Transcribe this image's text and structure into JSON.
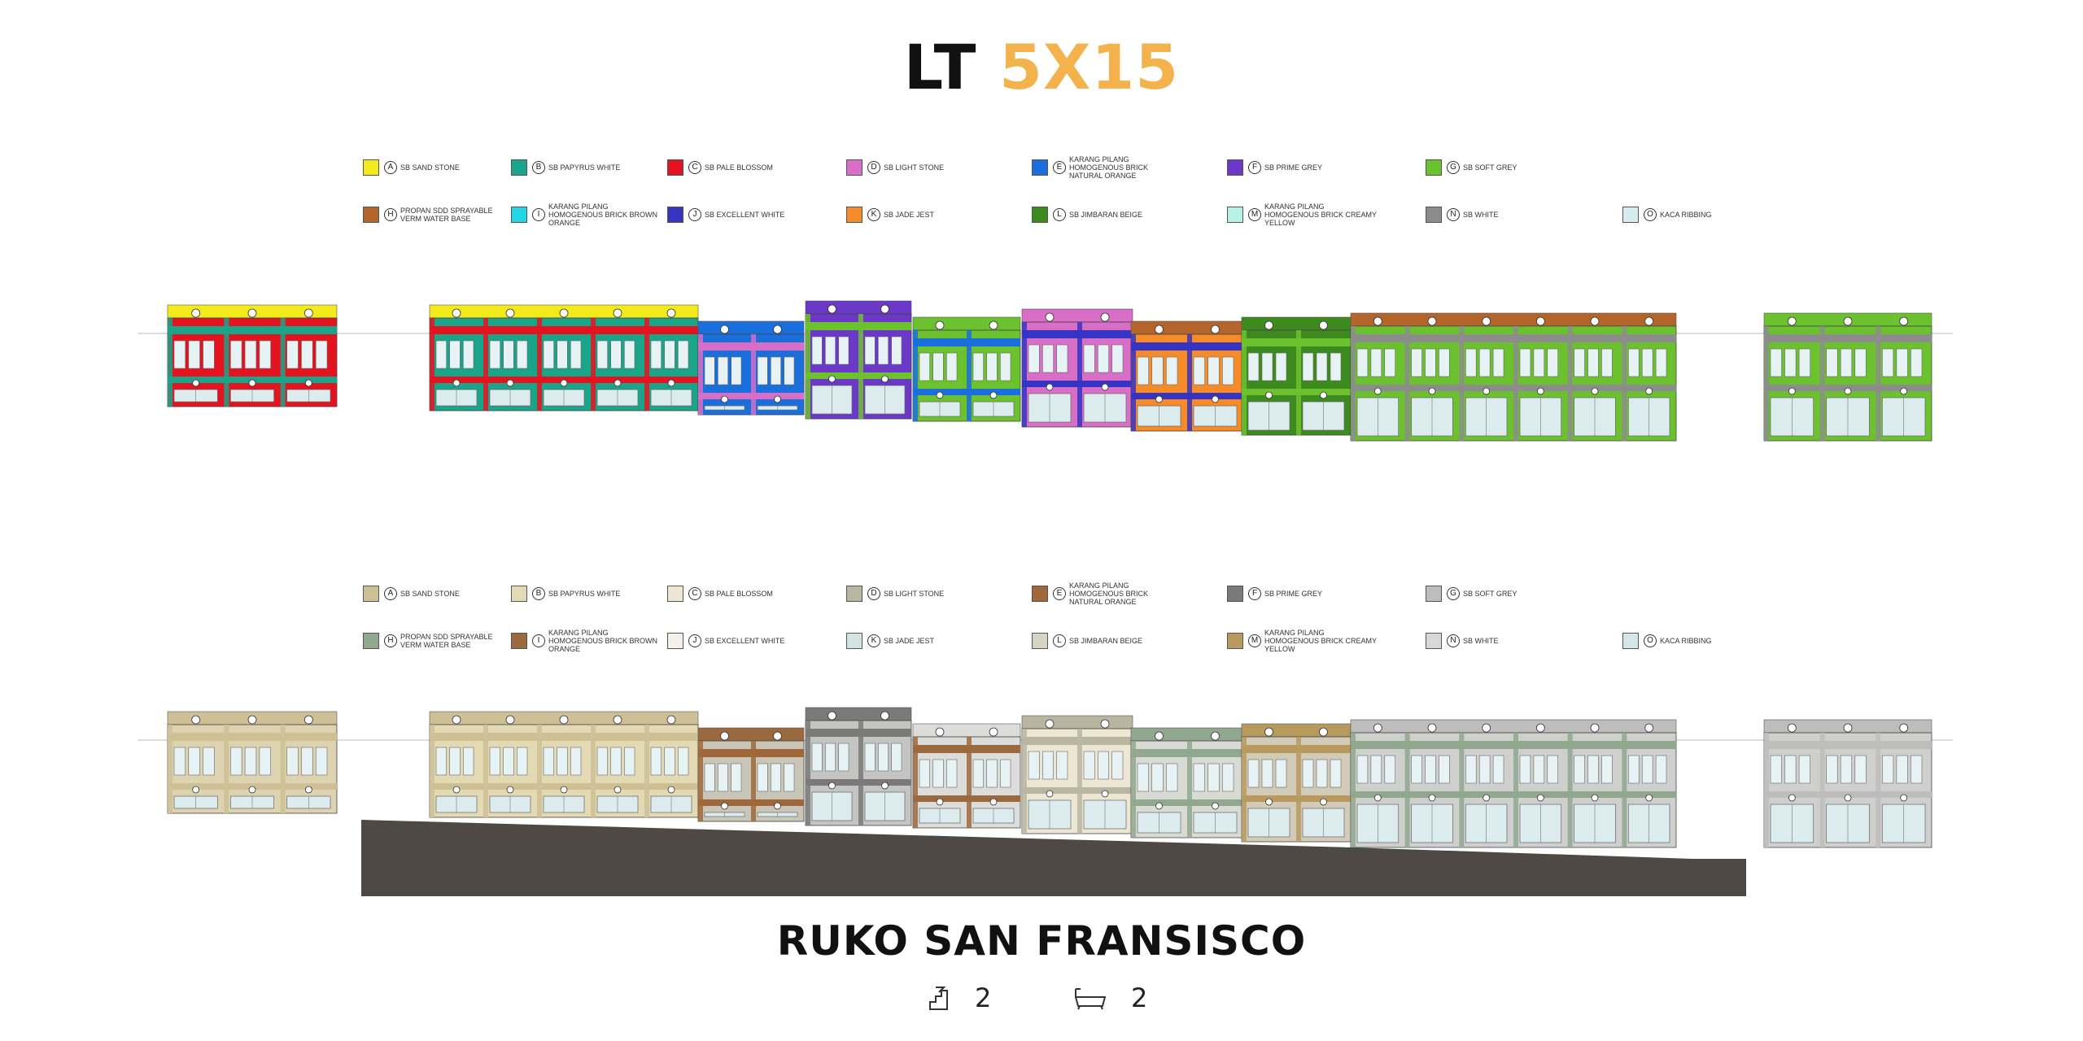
{
  "title": {
    "prefix": "LT",
    "size": "5X15"
  },
  "subtitle": "RUKO SAN FRANSISCO",
  "specs": {
    "bedrooms": "2",
    "bathrooms": "2",
    "bed_icon": "stairs-icon",
    "bath_icon": "bathtub-icon"
  },
  "legend_color": [
    {
      "code": "A",
      "label": "SB SAND STONE",
      "color": "#f2ea1a"
    },
    {
      "code": "B",
      "label": "SB PAPYRUS WHITE",
      "color": "#1aa58a"
    },
    {
      "code": "C",
      "label": "SB PALE BLOSSOM",
      "color": "#e3141f"
    },
    {
      "code": "D",
      "label": "SB LIGHT STONE",
      "color": "#d86ec5"
    },
    {
      "code": "E",
      "label": "KARANG PILANG HOMOGENOUS BRICK NATURAL ORANGE",
      "color": "#1a6fdc"
    },
    {
      "code": "F",
      "label": "SB PRIME GREY",
      "color": "#6c38c8"
    },
    {
      "code": "G",
      "label": "SB SOFT GREY",
      "color": "#6cc12e"
    },
    {
      "code": "H",
      "label": "PROPAN SDD SPRAYABLE VERM WATER BASE",
      "color": "#b4652b"
    },
    {
      "code": "I",
      "label": "KARANG PILANG HOMOGENOUS BRICK BROWN ORANGE",
      "color": "#21d6e6"
    },
    {
      "code": "J",
      "label": "SB EXCELLENT WHITE",
      "color": "#3534c4"
    },
    {
      "code": "K",
      "label": "SB JADE JEST",
      "color": "#f78b27"
    },
    {
      "code": "L",
      "label": "SB JIMBARAN BEIGE",
      "color": "#3d8a1e"
    },
    {
      "code": "M",
      "label": "KARANG PILANG HOMOGENOUS BRICK CREAMY YELLOW",
      "color": "#b6f2e4"
    },
    {
      "code": "N",
      "label": "SB WHITE",
      "color": "#8c8c8c"
    },
    {
      "code": "O",
      "label": "KACA RIBBING",
      "color": "#d6ecec"
    }
  ],
  "legend_real": [
    {
      "code": "A",
      "label": "SB SAND STONE",
      "color": "#cfbf95"
    },
    {
      "code": "B",
      "label": "SB PAPYRUS WHITE",
      "color": "#e3d9b3"
    },
    {
      "code": "C",
      "label": "SB PALE BLOSSOM",
      "color": "#ece6d3"
    },
    {
      "code": "D",
      "label": "SB LIGHT STONE",
      "color": "#b8b6a1"
    },
    {
      "code": "E",
      "label": "KARANG PILANG HOMOGENOUS BRICK NATURAL ORANGE",
      "color": "#a0673a"
    },
    {
      "code": "F",
      "label": "SB PRIME GREY",
      "color": "#7a7a78"
    },
    {
      "code": "G",
      "label": "SB SOFT GREY",
      "color": "#bdbdbb"
    },
    {
      "code": "H",
      "label": "PROPAN SDD SPRAYABLE VERM WATER BASE",
      "color": "#8fa88e"
    },
    {
      "code": "I",
      "label": "KARANG PILANG HOMOGENOUS BRICK BROWN ORANGE",
      "color": "#9a6a3e"
    },
    {
      "code": "J",
      "label": "SB EXCELLENT WHITE",
      "color": "#f5f1ea"
    },
    {
      "code": "K",
      "label": "SB JADE JEST",
      "color": "#d2e3e1"
    },
    {
      "code": "L",
      "label": "SB JIMBARAN BEIGE",
      "color": "#d7d4c4"
    },
    {
      "code": "M",
      "label": "KARANG PILANG HOMOGENOUS BRICK CREAMY YELLOW",
      "color": "#b89a5f"
    },
    {
      "code": "N",
      "label": "SB WHITE",
      "color": "#d8d8d8"
    },
    {
      "code": "O",
      "label": "KACA RIBBING",
      "color": "#d4e6ea"
    }
  ],
  "buildings_color": [
    {
      "body": "#e3141f",
      "trim": "#1aa58a",
      "top": "#f2ea1a"
    },
    {
      "body": "#1aa58a",
      "trim": "#e3141f",
      "top": "#f2ea1a"
    },
    {
      "body": "#1a6fdc",
      "trim": "#d86ec5",
      "top": "#1a6fdc"
    },
    {
      "body": "#6c38c8",
      "trim": "#6cc12e",
      "top": "#6c38c8"
    },
    {
      "body": "#6cc12e",
      "trim": "#1a6fdc",
      "top": "#6cc12e"
    },
    {
      "body": "#d86ec5",
      "trim": "#3534c4",
      "top": "#d86ec5"
    },
    {
      "body": "#f78b27",
      "trim": "#3534c4",
      "top": "#b4652b"
    },
    {
      "body": "#3d8a1e",
      "trim": "#6cc12e",
      "top": "#3d8a1e"
    },
    {
      "body": "#6cc12e",
      "trim": "#8c8c8c",
      "top": "#b4652b"
    },
    {
      "body": "#6cc12e",
      "trim": "#8c8c8c",
      "top": "#6cc12e"
    }
  ],
  "buildings_real": [
    {
      "body": "#ddd3b0",
      "trim": "#cfbf95",
      "top": "#cfbf95"
    },
    {
      "body": "#e3d9b3",
      "trim": "#cfbf95",
      "top": "#cfbf95"
    },
    {
      "body": "#c9c6b8",
      "trim": "#a0673a",
      "top": "#9a6a3e"
    },
    {
      "body": "#c4c4c2",
      "trim": "#7a7a78",
      "top": "#7a7a78"
    },
    {
      "body": "#dcdcda",
      "trim": "#9a6a3e",
      "top": "#dcdcda"
    },
    {
      "body": "#ece6d3",
      "trim": "#b8b6a1",
      "top": "#b8b6a1"
    },
    {
      "body": "#dadad4",
      "trim": "#8fa88e",
      "top": "#8fa88e"
    },
    {
      "body": "#d2cbb8",
      "trim": "#b89a5f",
      "top": "#b89a5f"
    },
    {
      "body": "#cfcfcd",
      "trim": "#8fa88e",
      "top": "#bdbdbb"
    },
    {
      "body": "#cfcfcd",
      "trim": "#bdbdbb",
      "top": "#bdbdbb"
    }
  ]
}
